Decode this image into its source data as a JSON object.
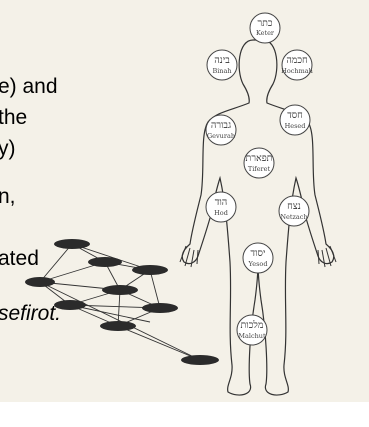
{
  "text_fragments": [
    "e) and",
    "the",
    "y)",
    "n,",
    "ated",
    "sefirot."
  ],
  "sefirot": [
    {
      "hebrew": "כתר",
      "latin": "Keter"
    },
    {
      "hebrew": "בינה",
      "latin": "Binah"
    },
    {
      "hebrew": "חכמה",
      "latin": "Hochmah"
    },
    {
      "hebrew": "גבורה",
      "latin": "Gevurah"
    },
    {
      "hebrew": "חסד",
      "latin": "Hesed"
    },
    {
      "hebrew": "תפארת",
      "latin": "Tiferet"
    },
    {
      "hebrew": "הוד",
      "latin": "Hod"
    },
    {
      "hebrew": "נצח",
      "latin": "Netzach"
    },
    {
      "hebrew": "יסוד",
      "latin": "Yesod"
    },
    {
      "hebrew": "מלכות",
      "latin": "Malchut"
    }
  ],
  "colors": {
    "panel": "#f4f1e8",
    "disc": "#2b2b2b",
    "line": "#333333"
  }
}
